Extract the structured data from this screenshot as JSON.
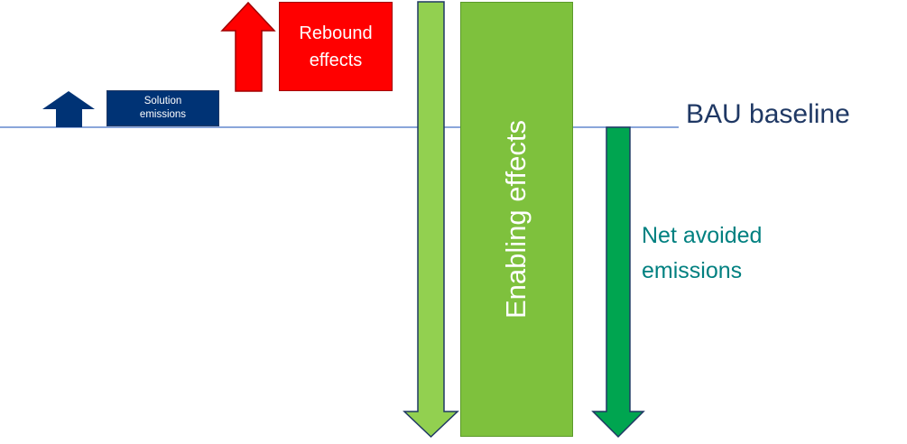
{
  "labels": {
    "solution_emissions": "Solution\nemissions",
    "rebound_effects": "Rebound\neffects",
    "enabling_effects": "Enabling effects",
    "bau_baseline": "BAU baseline",
    "net_avoided_emissions": "Net avoided\nemissions"
  },
  "colors": {
    "solution": "#003375",
    "rebound": "#ff0000",
    "enabling_light": "#92d050",
    "enabling_box": "#7ec13d",
    "net_avoided": "#00a550",
    "baseline": "#4472c4",
    "bau_text": "#1f3864",
    "net_text": "#008080",
    "white": "#ffffff"
  }
}
